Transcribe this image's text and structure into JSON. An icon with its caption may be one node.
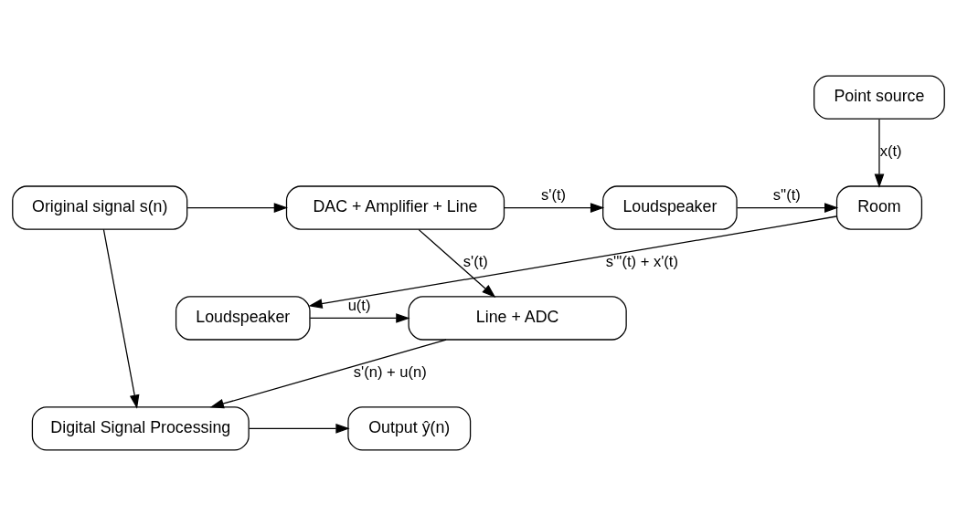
{
  "diagram": {
    "nodes": [
      {
        "text": [
          "Point source"
        ]
      },
      {
        "text": [
          "Original signal s(n)"
        ]
      },
      {
        "text": [
          "DAC + Amplifier + Line"
        ]
      },
      {
        "text": [
          "Loudspeaker"
        ]
      },
      {
        "text": [
          "Room"
        ]
      },
      {
        "text": [
          "Line + ADC"
        ]
      },
      {
        "text": [
          "Loudspeaker"
        ]
      },
      {
        "text": [
          "Digital Signal Processing"
        ]
      },
      {
        "text": [
          "Output ŷ(n)"
        ]
      }
    ],
    "edges": [
      {
        "from": 1,
        "to": 2,
        "arrow": "to"
      },
      {
        "from": 2,
        "to": 3,
        "arrow": "to",
        "label": "s'(t)"
      },
      {
        "from": 3,
        "to": 4,
        "arrow": "to",
        "label": "s''(t)"
      },
      {
        "from": 0,
        "to": 4,
        "arrow": "to",
        "label": "x(t)"
      },
      {
        "from": 2,
        "to": 5,
        "arrow": "to",
        "label": "s'(t)"
      },
      {
        "from": 4,
        "to": 6,
        "arrow": "to",
        "label": "s'''(t) + x'(t)"
      },
      {
        "from": 6,
        "to": 5,
        "arrow": "to",
        "label": "u(t)"
      },
      {
        "from": 5,
        "to": 7,
        "arrow": "to",
        "label": "s'(n) + u(n)"
      },
      {
        "from": 1,
        "to": 7,
        "arrow": "to"
      },
      {
        "from": 7,
        "to": 8,
        "arrow": "to"
      }
    ]
  }
}
